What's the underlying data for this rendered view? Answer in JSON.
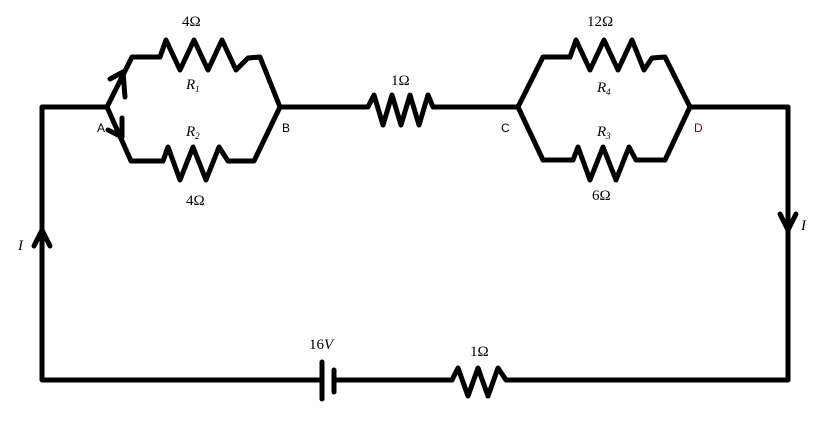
{
  "diagram": {
    "type": "circuit",
    "resistors": {
      "r1": {
        "name": "R",
        "sub": "1",
        "value": "4Ω"
      },
      "r2": {
        "name": "R",
        "sub": "2",
        "value": "4Ω"
      },
      "r3": {
        "name": "R",
        "sub": "3",
        "value": "6Ω"
      },
      "r4": {
        "name": "R",
        "sub": "4",
        "value": "12Ω"
      },
      "series_top": {
        "value": "1Ω"
      },
      "series_bottom": {
        "value": "1Ω"
      }
    },
    "battery": {
      "value": "16",
      "unit": "V"
    },
    "nodes": {
      "a": "A",
      "b": "B",
      "c": "C",
      "d": "D"
    },
    "current_label": "I"
  }
}
